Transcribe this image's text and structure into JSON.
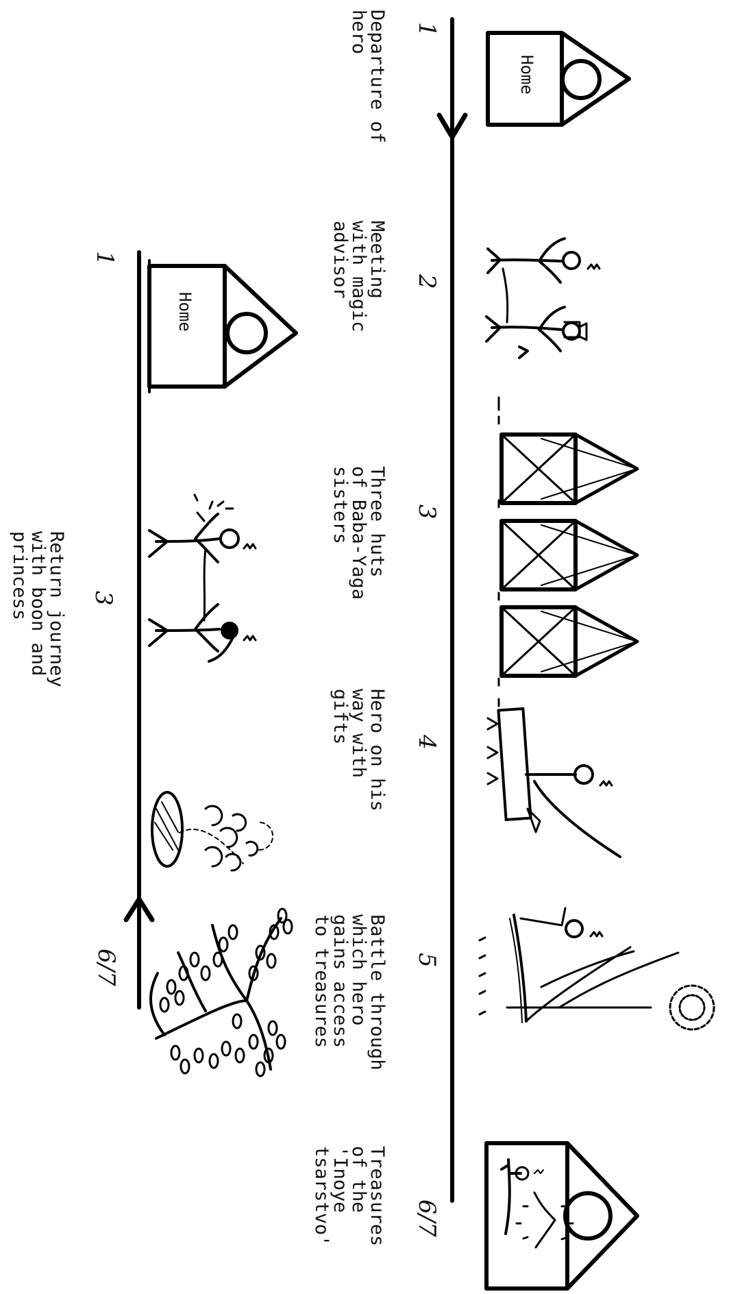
{
  "diagram": {
    "upper_line": {
      "stages": [
        {
          "num": "1",
          "caption": "Departure of\nhero",
          "icon": "house-icon",
          "house_label": "Home"
        },
        {
          "num": "2",
          "caption": "Meeting\nwith magic\nadvisor",
          "icon": "hero-and-advisor-figures-icon"
        },
        {
          "num": "3",
          "caption": "Three huts\nof Baba-Yaga\nsisters",
          "icon": "three-huts-icon"
        },
        {
          "num": "4",
          "caption": "Hero on his\nway with\ngifts",
          "icon": "hero-on-carpet-icon"
        },
        {
          "num": "5",
          "caption": "Battle through\nwhich hero\ngains access\nto treasures",
          "icon": "battle-tree-icon"
        },
        {
          "num": "6/7",
          "caption": "Treasures\nof the\n'Inoye\ntsarstvo'",
          "icon": "treasure-house-icon"
        }
      ]
    },
    "lower_line": {
      "stages": [
        {
          "num": "1",
          "icon": "house-icon",
          "house_label": "Home"
        },
        {
          "num": "3",
          "caption": "Return journey\nwith boon and\nprincess",
          "icon": "hero-and-princess-figures-icon"
        },
        {
          "num": "6/7",
          "icon": "garden-tree-icon"
        }
      ]
    }
  }
}
